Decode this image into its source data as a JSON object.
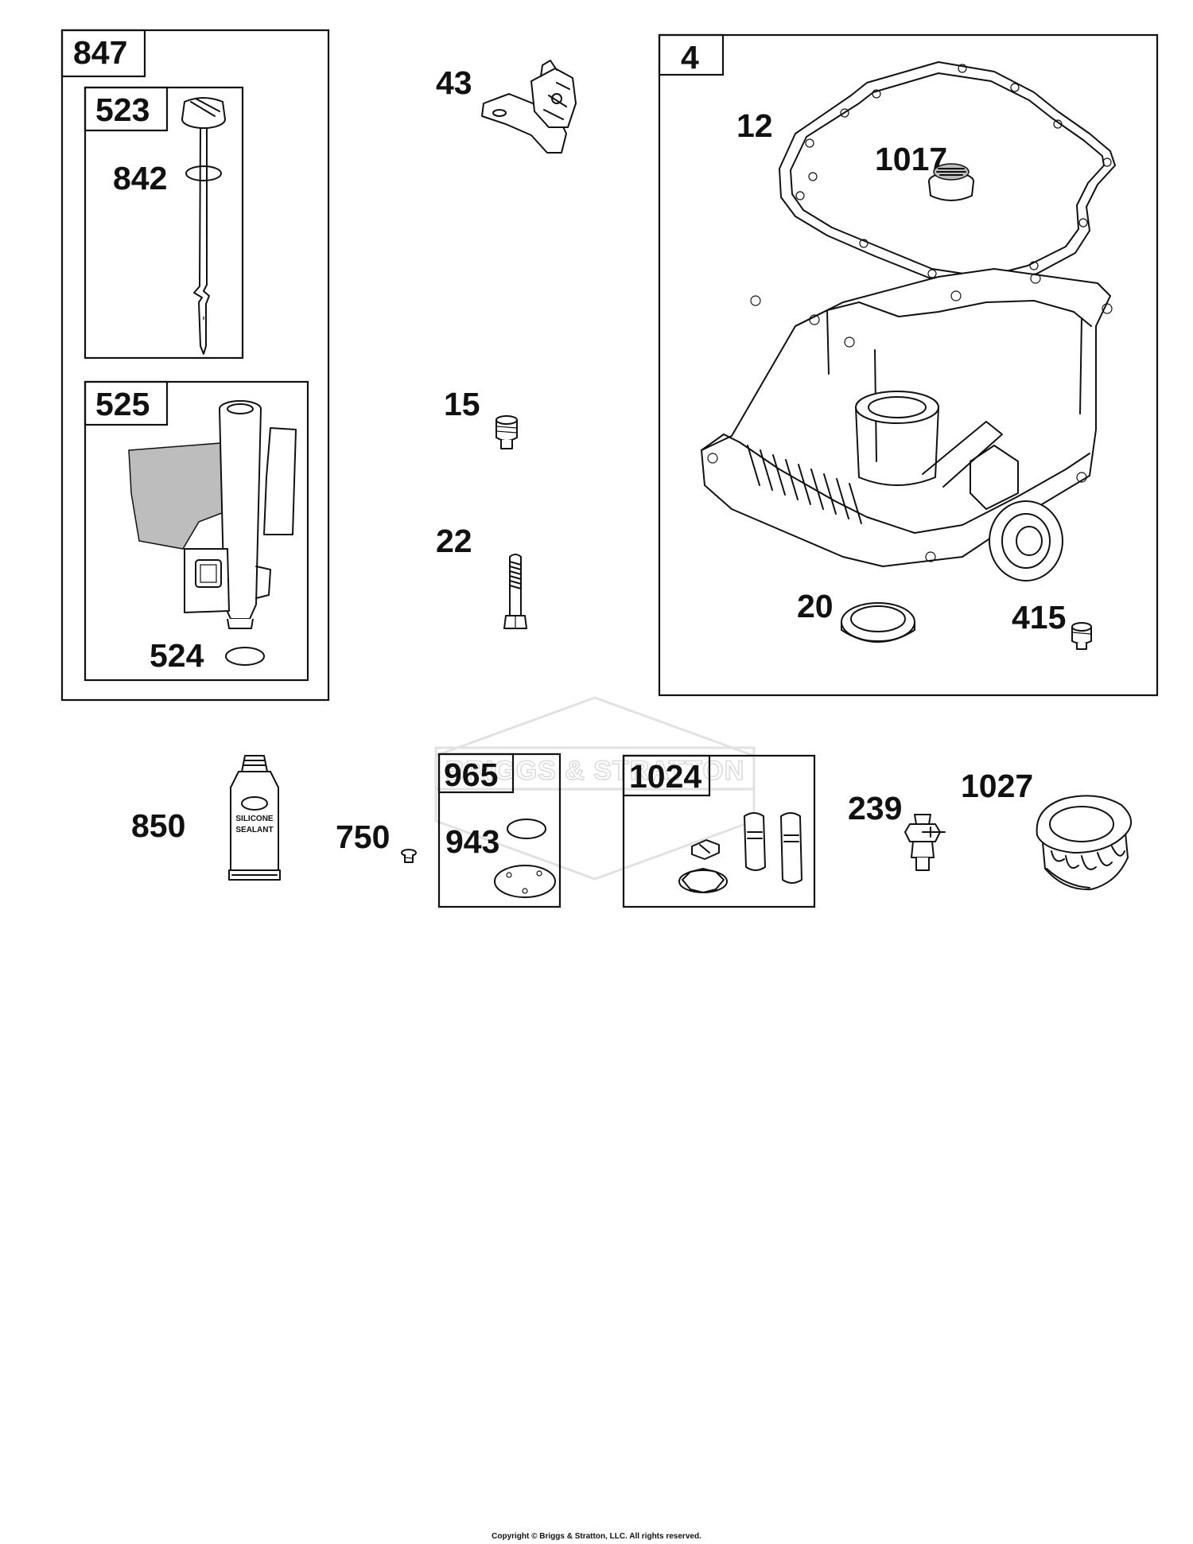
{
  "labels": {
    "l847": "847",
    "l523": "523",
    "l842": "842",
    "l525": "525",
    "l524": "524",
    "l43": "43",
    "l15": "15",
    "l22": "22",
    "l4": "4",
    "l12": "12",
    "l1017": "1017",
    "l20": "20",
    "l415": "415",
    "l850": "850",
    "l750": "750",
    "l965": "965",
    "l943": "943",
    "l1024": "1024",
    "l239": "239",
    "l1027": "1027"
  },
  "tube_text": {
    "line1": "SILICONE",
    "line2": "SEALANT"
  },
  "watermark": "BRIGGS & STRATTON",
  "footer": {
    "copyright": "Copyright © Briggs & Stratton, LLC. All rights reserved."
  },
  "colors": {
    "ink": "#111111",
    "watermark": "#dcdcdc",
    "background": "#ffffff"
  }
}
